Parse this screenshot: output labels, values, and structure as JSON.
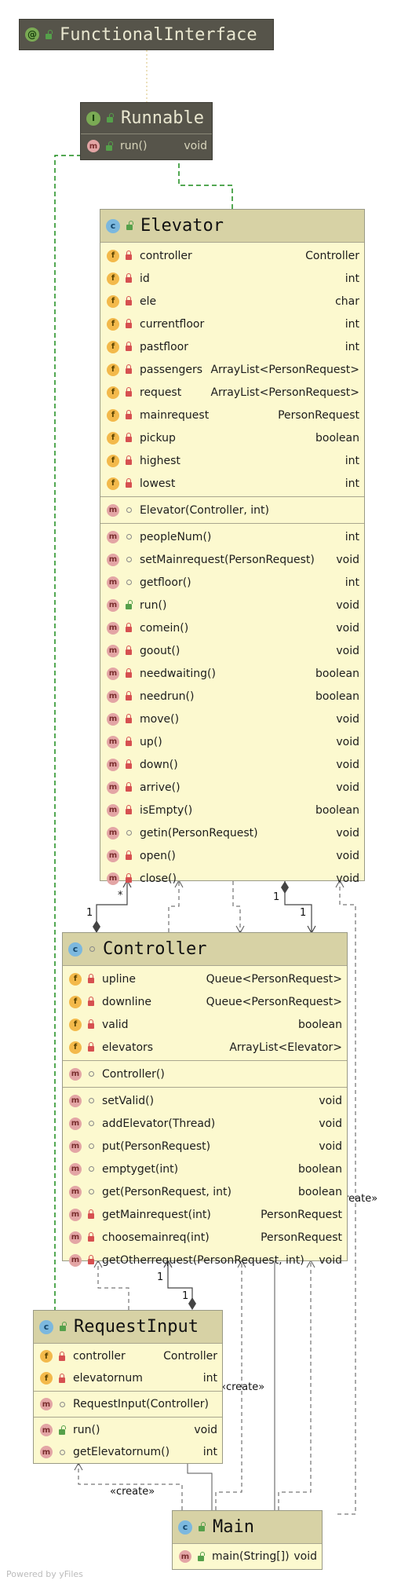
{
  "footer": "Powered by yFiles",
  "classes": {
    "functional_interface": {
      "name": "FunctionalInterface"
    },
    "runnable": {
      "name": "Runnable",
      "methods": [
        {
          "name": "run()",
          "type": "void"
        }
      ]
    },
    "elevator": {
      "name": "Elevator",
      "fields": [
        {
          "name": "controller",
          "type": "Controller"
        },
        {
          "name": "id",
          "type": "int"
        },
        {
          "name": "ele",
          "type": "char"
        },
        {
          "name": "currentfloor",
          "type": "int"
        },
        {
          "name": "pastfloor",
          "type": "int"
        },
        {
          "name": "passengers",
          "type": "ArrayList<PersonRequest>"
        },
        {
          "name": "request",
          "type": "ArrayList<PersonRequest>"
        },
        {
          "name": "mainrequest",
          "type": "PersonRequest"
        },
        {
          "name": "pickup",
          "type": "boolean"
        },
        {
          "name": "highest",
          "type": "int"
        },
        {
          "name": "lowest",
          "type": "int"
        }
      ],
      "constructors": [
        {
          "name": "Elevator(Controller, int)",
          "type": ""
        }
      ],
      "methods": [
        {
          "name": "peopleNum()",
          "type": "int"
        },
        {
          "name": "setMainrequest(PersonRequest)",
          "type": "void"
        },
        {
          "name": "getfloor()",
          "type": "int"
        },
        {
          "name": "run()",
          "type": "void"
        },
        {
          "name": "comein()",
          "type": "void"
        },
        {
          "name": "goout()",
          "type": "void"
        },
        {
          "name": "needwaiting()",
          "type": "boolean"
        },
        {
          "name": "needrun()",
          "type": "boolean"
        },
        {
          "name": "move()",
          "type": "void"
        },
        {
          "name": "up()",
          "type": "void"
        },
        {
          "name": "down()",
          "type": "void"
        },
        {
          "name": "arrive()",
          "type": "void"
        },
        {
          "name": "isEmpty()",
          "type": "boolean"
        },
        {
          "name": "getin(PersonRequest)",
          "type": "void"
        },
        {
          "name": "open()",
          "type": "void"
        },
        {
          "name": "close()",
          "type": "void"
        }
      ]
    },
    "controller": {
      "name": "Controller",
      "fields": [
        {
          "name": "upline",
          "type": "Queue<PersonRequest>"
        },
        {
          "name": "downline",
          "type": "Queue<PersonRequest>"
        },
        {
          "name": "valid",
          "type": "boolean"
        },
        {
          "name": "elevators",
          "type": "ArrayList<Elevator>"
        }
      ],
      "constructors": [
        {
          "name": "Controller()",
          "type": ""
        }
      ],
      "methods": [
        {
          "name": "setValid()",
          "type": "void"
        },
        {
          "name": "addElevator(Thread)",
          "type": "void"
        },
        {
          "name": "put(PersonRequest)",
          "type": "void"
        },
        {
          "name": "emptyget(int)",
          "type": "boolean"
        },
        {
          "name": "get(PersonRequest, int)",
          "type": "boolean"
        },
        {
          "name": "getMainrequest(int)",
          "type": "PersonRequest"
        },
        {
          "name": "choosemainreq(int)",
          "type": "PersonRequest"
        },
        {
          "name": "getOtherrequest(PersonRequest, int)",
          "type": "void"
        }
      ]
    },
    "request_input": {
      "name": "RequestInput",
      "fields": [
        {
          "name": "controller",
          "type": "Controller"
        },
        {
          "name": "elevatornum",
          "type": "int"
        }
      ],
      "constructors": [
        {
          "name": "RequestInput(Controller)",
          "type": ""
        }
      ],
      "methods": [
        {
          "name": "run()",
          "type": "void"
        },
        {
          "name": "getElevatornum()",
          "type": "int"
        }
      ]
    },
    "main": {
      "name": "Main",
      "methods": [
        {
          "name": "main(String[])",
          "type": "void"
        }
      ]
    }
  },
  "edge_labels": {
    "mult_star": "*",
    "mult_one_a": "1",
    "mult_one_b": "1",
    "mult_one_c": "1",
    "mult_one_d": "1",
    "create_1": "«create»",
    "create_2": "«create»",
    "create_3": "«create»"
  }
}
